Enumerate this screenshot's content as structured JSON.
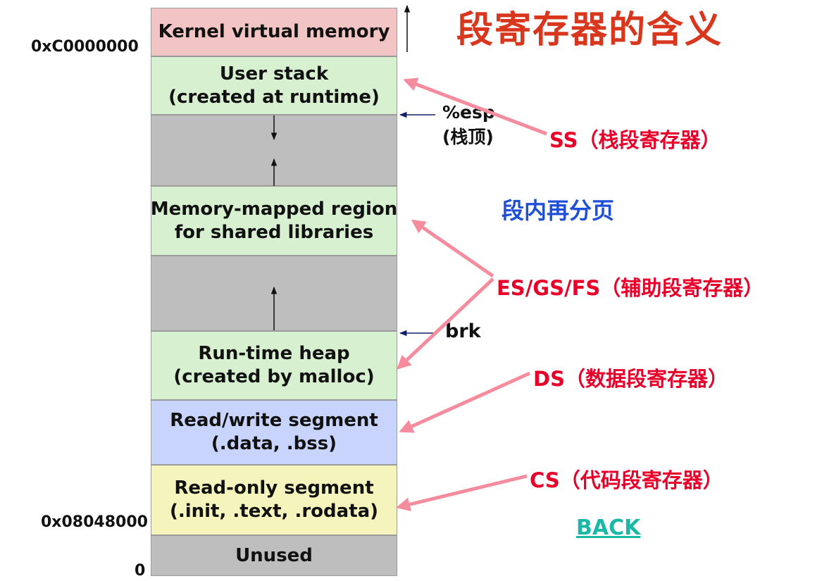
{
  "title": "段寄存器的含义",
  "subtitle": "段内再分页",
  "back_label": "BACK",
  "colors": {
    "kernel": "#f2c4c4",
    "green": "#d6f0d0",
    "gray": "#bebebe",
    "blue": "#c8d4fb",
    "yellow": "#f6f4bd",
    "title": "#d9361e",
    "subtitle": "#1f4fd8",
    "register": "#e8002a",
    "pointer_arrow": "#f58c9d",
    "back": "#1ab8a6"
  },
  "segments": {
    "kernel": {
      "line1": "Kernel virtual memory"
    },
    "user_stack": {
      "line1": "User stack",
      "line2": "(created at runtime)"
    },
    "mmap": {
      "line1": "Memory-mapped region",
      "line2": "for shared libraries"
    },
    "heap": {
      "line1": "Run-time heap",
      "line2": "(created by malloc)"
    },
    "rw": {
      "line1": "Read/write segment",
      "line2": "(.data, .bss)"
    },
    "ro": {
      "line1": "Read-only segment",
      "line2": "(.init, .text, .rodata)"
    },
    "unused": {
      "line1": "Unused"
    }
  },
  "addresses": {
    "kernel_start": "0xC0000000",
    "text_start": "0x08048000",
    "zero": "0"
  },
  "pointers": {
    "esp": "%esp",
    "esp_note": "(栈顶)",
    "brk": "brk"
  },
  "registers": {
    "ss": "SS（栈段寄存器）",
    "es_gs_fs": "ES/GS/FS（辅助段寄存器）",
    "ds": "DS（数据段寄存器）",
    "cs": "CS（代码段寄存器）"
  }
}
